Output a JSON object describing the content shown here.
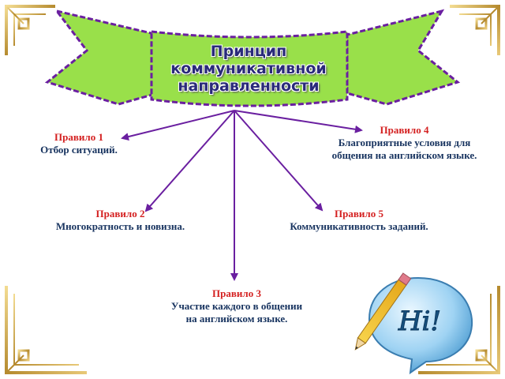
{
  "banner": {
    "line1": "Принцип",
    "line2": "коммуникативной",
    "line3": "направленности"
  },
  "rules": [
    {
      "id": 1,
      "title": "Правило 1",
      "lines": [
        "Отбор ситуаций."
      ]
    },
    {
      "id": 2,
      "title": "Правило 2",
      "lines": [
        "Многократность и новизна."
      ]
    },
    {
      "id": 3,
      "title": "Правило 3",
      "lines": [
        "Участие каждого в общении",
        "на английском языке."
      ]
    },
    {
      "id": 4,
      "title": "Правило 4",
      "lines": [
        "Благоприятные условия для",
        "общения на английском языке."
      ]
    },
    {
      "id": 5,
      "title": "Правило 5",
      "lines": [
        "Коммуникативность заданий."
      ]
    }
  ],
  "bubble": {
    "text": "Hi!"
  },
  "colors": {
    "banner_fill": "#99e04a",
    "banner_border": "#6a1fa0",
    "arrow": "#6a1fa0",
    "rule_title": "#d42020",
    "rule_text": "#17335f",
    "frame": "#c9a44a"
  }
}
